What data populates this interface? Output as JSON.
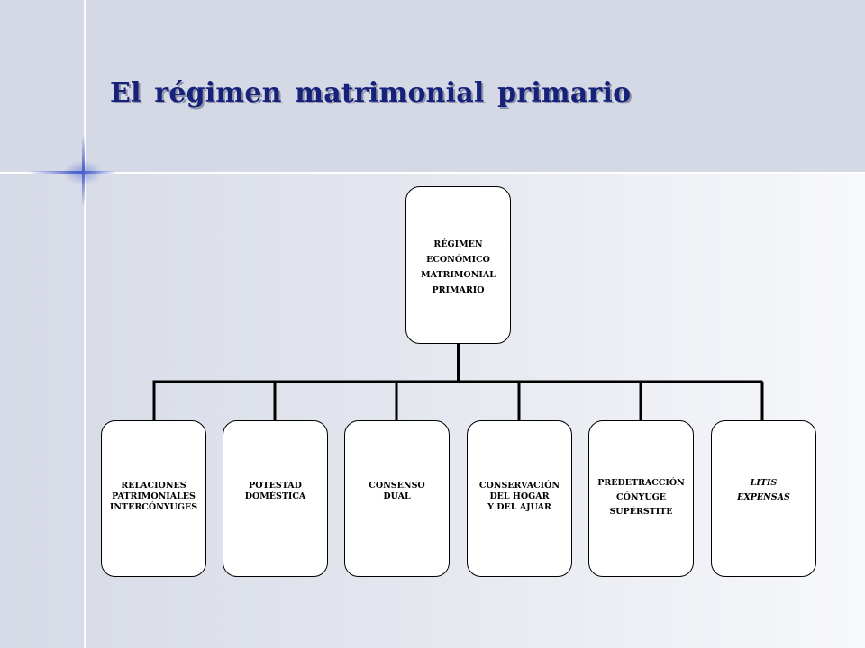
{
  "title": "El régimen matrimonial primario",
  "root": {
    "label": "RÉGIMEN\nECONÓMICO\nMATRIMONIAL\nPRIMARIO"
  },
  "children": [
    {
      "label": "RELACIONES\nPATRIMONIALES\nINTERCÓNYUGES"
    },
    {
      "label": "POTESTAD\nDOMÉSTICA"
    },
    {
      "label": "CONSENSO\nDUAL"
    },
    {
      "label": "CONSERVACIÓN\nDEL HOGAR\nY DEL AJUAR"
    },
    {
      "label": "PREDETRACCIÓN\nCÓNYUGE\nSUPÉRSTITE"
    },
    {
      "label": "LITIS\nEXPENSAS"
    }
  ],
  "colors": {
    "title": "#16227a",
    "header_band": "#d5d9e6",
    "accent_blue": "#3d52c4",
    "box_border": "#000000",
    "box_fill": "#ffffff"
  }
}
